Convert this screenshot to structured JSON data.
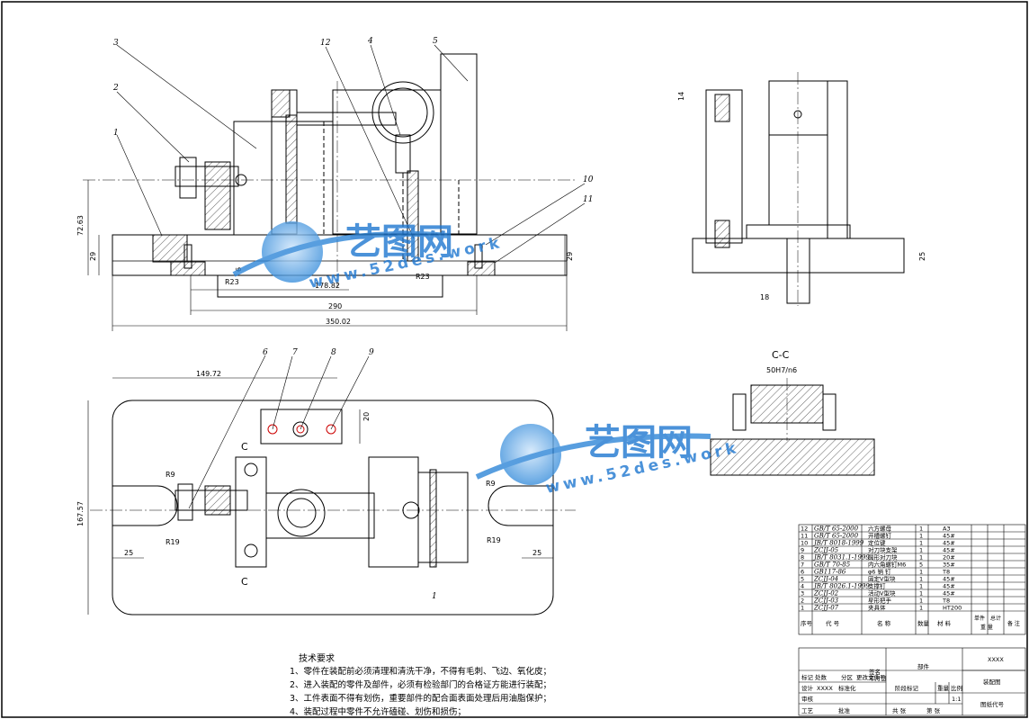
{
  "dimensions": {
    "top_height_1": "72.63",
    "top_height_2": "29",
    "top_right_height": "29",
    "inner_width": "178.82",
    "base_width": "290",
    "overall_width": "350.02",
    "radius_left": "R23",
    "radius_right": "R23",
    "small_gap": "6",
    "side_width": "18",
    "side_height": "25",
    "plan_offset": "149.72",
    "plan_height": "167.57",
    "plan_block_h": "20",
    "r9_left": "R9",
    "r19_left": "R19",
    "r9_right": "R9",
    "r19_right": "R19",
    "slot_left": "25",
    "slot_right": "25",
    "side_top_dim": "14"
  },
  "balloons": [
    "1",
    "2",
    "3",
    "12",
    "4",
    "5",
    "10",
    "11",
    "6",
    "7",
    "8",
    "9",
    "1"
  ],
  "section": {
    "title": "C-C",
    "fit": "50H7/n6",
    "cut_label_top": "C",
    "cut_label_bottom": "C"
  },
  "watermark": {
    "cn": "艺图网",
    "url": "www.52des.work"
  },
  "technical_requirements": {
    "title": "技术要求",
    "items": [
      "1、零件在装配前必须清理和清洗干净，不得有毛刺、飞边、氧化皮；",
      "2、进入装配的零件及部件，必须有检验部门的合格证方能进行装配；",
      "3、工件表面不得有划伤，重要部件的配合面表面处理后用油脂保护；",
      "4、装配过程中零件不允许磕碰、划伤和损伤；"
    ]
  },
  "parts_list": {
    "rows": [
      {
        "no": "12",
        "code": "GB/T 65-2000",
        "name": "六方螺母",
        "qty": "1",
        "mat": "A3"
      },
      {
        "no": "11",
        "code": "GB/T 65-2000",
        "name": "开槽螺钉",
        "qty": "1",
        "mat": "45#"
      },
      {
        "no": "10",
        "code": "JB/T 8018-1999",
        "name": "定位键",
        "qty": "1",
        "mat": "45#"
      },
      {
        "no": "9",
        "code": "ZCJJ-05",
        "name": "对刀块支架",
        "qty": "1",
        "mat": "45#"
      },
      {
        "no": "8",
        "code": "JB/T 8031.1-1999",
        "name": "圆形对刀块",
        "qty": "1",
        "mat": "20#"
      },
      {
        "no": "7",
        "code": "GB/T 70-85",
        "name": "内六角螺钉M6",
        "qty": "5",
        "mat": "35#"
      },
      {
        "no": "6",
        "code": "GB117-86",
        "name": "φ6 销 钉",
        "qty": "1",
        "mat": "T8"
      },
      {
        "no": "5",
        "code": "ZCJJ-04",
        "name": "固定V型块",
        "qty": "1",
        "mat": "45#"
      },
      {
        "no": "4",
        "code": "JB/T 8026.1-1999",
        "name": "支撑钉",
        "qty": "1",
        "mat": "45#"
      },
      {
        "no": "3",
        "code": "ZCJJ-02",
        "name": "活动V型块",
        "qty": "1",
        "mat": "45#"
      },
      {
        "no": "2",
        "code": "ZCJJ-03",
        "name": "星形把手",
        "qty": "1",
        "mat": "T8"
      },
      {
        "no": "1",
        "code": "ZCJJ-07",
        "name": "夹具体",
        "qty": "1",
        "mat": "HT200"
      }
    ],
    "header": {
      "no": "序号",
      "code": "代  号",
      "name": "名    称",
      "qty": "数量",
      "mat": "材    料",
      "single": "单件",
      "total": "总计",
      "weight": "重  量",
      "note": "备  注"
    }
  },
  "title_block": {
    "part_label": "部件",
    "company": "XXXX",
    "drawing_name": "装配图",
    "drawing_no": "图纸代号",
    "scale": "1:1",
    "stage_label": "阶段标记",
    "weight_label": "重量",
    "scale_label": "比例",
    "sheet": "共    张",
    "sheet_no": "第    张",
    "rows": [
      "标记",
      "处数",
      "分区",
      "更改文件号",
      "签名",
      "年月日"
    ],
    "design": "设计",
    "designer": "XXXX",
    "std": "标准化",
    "check": "审核",
    "craft": "工艺",
    "approve": "批准"
  }
}
